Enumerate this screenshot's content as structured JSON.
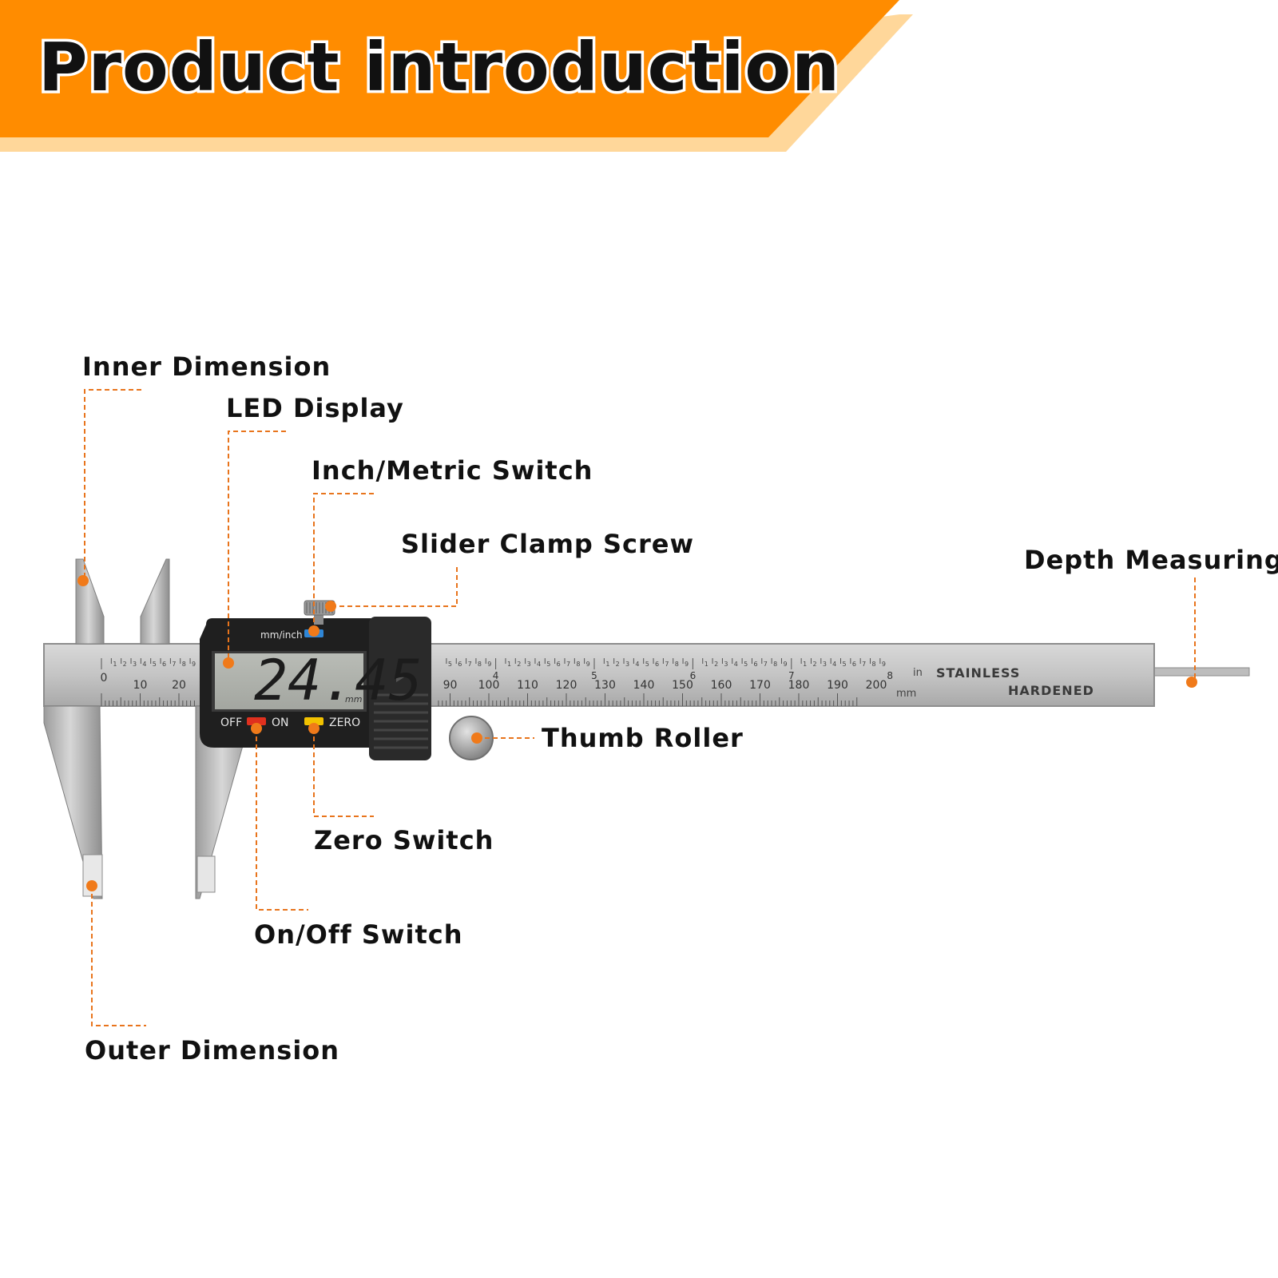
{
  "banner": {
    "title": "Product introduction",
    "color": "#ff8c00",
    "accent": "#ffd79a"
  },
  "callouts": {
    "inner_dimension": "Inner Dimension",
    "led_display": "LED Display",
    "inch_metric_switch": "Inch/Metric Switch",
    "slider_clamp_screw": "Slider Clamp Screw",
    "depth_measuring": "Depth Measuring",
    "thumb_roller": "Thumb Roller",
    "zero_switch": "Zero Switch",
    "on_off_switch": "On/Off Switch",
    "outer_dimension": "Outer Dimension"
  },
  "caliper": {
    "display_reading": "24.45",
    "display_unit": "mm",
    "mode_button_label": "mm/inch",
    "off_label": "OFF",
    "on_label": "ON",
    "zero_label": "ZERO",
    "engraving_line1": "STAINLESS",
    "engraving_line2": "HARDENED",
    "inch_unit": "in",
    "mm_unit": "mm",
    "mm_scale_labels": [
      "0",
      "10",
      "20",
      "90",
      "100",
      "110",
      "120",
      "130",
      "140",
      "150",
      "160",
      "170",
      "180",
      "190",
      "200"
    ],
    "inch_scale_labels": [
      "4",
      "5",
      "6",
      "7",
      "8"
    ],
    "inch_sub_digits": [
      "1",
      "2",
      "3",
      "4",
      "5",
      "6",
      "7",
      "8",
      "9"
    ],
    "on_off_color": "#e0301e",
    "zero_color": "#f2c200",
    "mode_color": "#2f86d6"
  }
}
